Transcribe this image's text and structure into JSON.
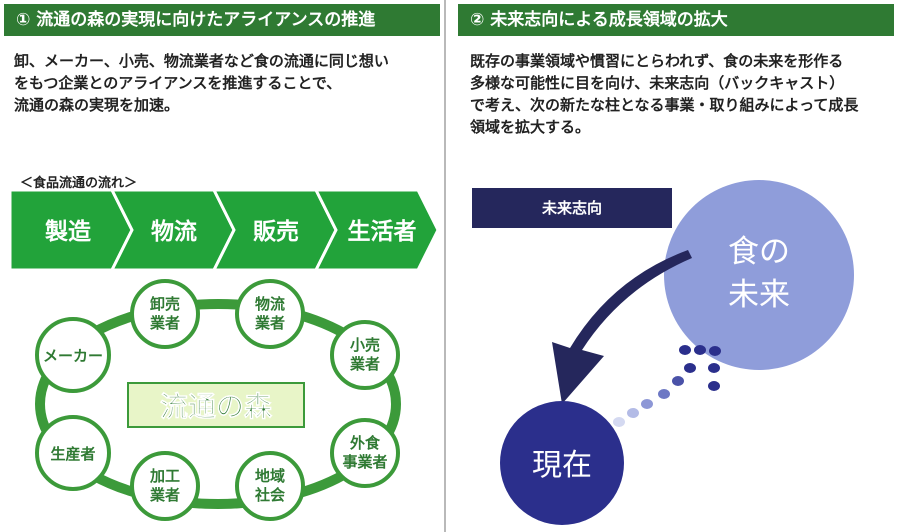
{
  "left": {
    "header": "① 流通の森の実現に向けたアライアンスの推進",
    "description": "卸、メーカー、小売、物流業者など食の流通に同じ想い\nをもつ企業とのアライアンスを推進することで、\n流通の森の実現を加速。",
    "flow_caption": "＜食品流通の流れ＞",
    "flow_steps": [
      "製造",
      "物流",
      "販売",
      "生活者"
    ],
    "center_label": "流通の森",
    "nodes": {
      "oroshi": [
        "卸売",
        "業者"
      ],
      "butsuryu": [
        "物流",
        "業者"
      ],
      "kouri": [
        "小売",
        "業者"
      ],
      "gaishoku": [
        "外食",
        "事業者"
      ],
      "chiiki": [
        "地域",
        "社会"
      ],
      "kakou": [
        "加工",
        "業者"
      ],
      "seisan": [
        "生産者"
      ],
      "maker": [
        "メーカー"
      ]
    }
  },
  "right": {
    "header": "② 未来志向による成長領域の拡大",
    "description": "既存の事業領域や慣習にとらわれず、食の未来を形作る\n多様な可能性に目を向け、未来志向（バックキャスト）\nで考え、次の新たな柱となる事業・取り組みによって成長\n領域を拡大する。",
    "future_label": "未来志向",
    "future_circle": [
      "食の",
      "未来"
    ],
    "present_circle": "現在"
  },
  "colors": {
    "green_dark": "#2f7a33",
    "green_flow": "#22a33a",
    "node_border": "#3c9a3a",
    "navy": "#25275c",
    "future_circle": "#8f9dda",
    "present_circle": "#2b2f8c"
  }
}
